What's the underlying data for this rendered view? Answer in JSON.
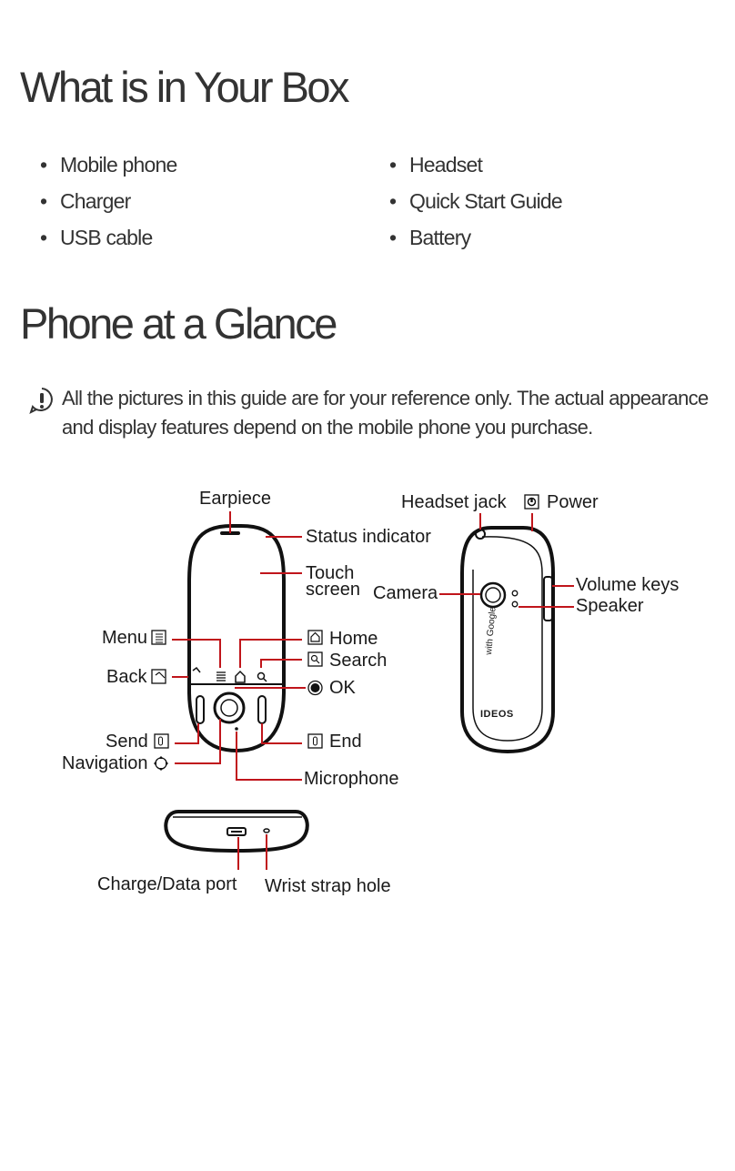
{
  "sections": {
    "box": {
      "title": "What is in Your Box",
      "items_left": [
        "Mobile phone",
        "Charger",
        "USB cable"
      ],
      "items_right": [
        "Headset",
        "Quick Start Guide",
        "Battery"
      ]
    },
    "glance": {
      "title": "Phone at a Glance",
      "note_line1": "All the pictures in this guide are for your reference only. The actual appearance",
      "note_line2": "and display features depend on the mobile phone you purchase."
    }
  },
  "diagram": {
    "labels": {
      "earpiece": "Earpiece",
      "status_indicator": "Status indicator",
      "touch": "Touch",
      "screen": "screen",
      "menu": "Menu",
      "back": "Back",
      "home": "Home",
      "search": "Search",
      "ok": "OK",
      "send": "Send",
      "navigation": "Navigation",
      "end": "End",
      "microphone": "Microphone",
      "headset_jack": "Headset jack",
      "power": "Power",
      "camera": "Camera",
      "volume_keys": "Volume keys",
      "speaker": "Speaker",
      "charge_port": "Charge/Data port",
      "wrist_strap": "Wrist strap hole"
    },
    "brand": "IDEOS",
    "google": "with Google"
  },
  "colors": {
    "leader": "#c0151b",
    "text": "#2b2b2b"
  }
}
